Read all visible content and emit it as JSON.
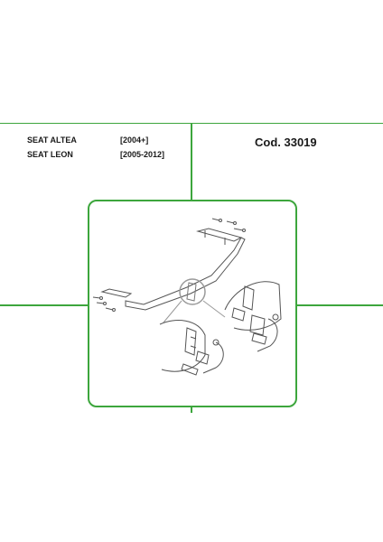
{
  "vehicles": [
    {
      "model": "SEAT ALTEA",
      "years": "[2004+]"
    },
    {
      "model": "SEAT LEON",
      "years": "[2005-2012]"
    }
  ],
  "product_code": "Cod. 33019",
  "colors": {
    "accent": "#3da63d",
    "line": "#555555",
    "zoom": "#9a9a9a"
  }
}
